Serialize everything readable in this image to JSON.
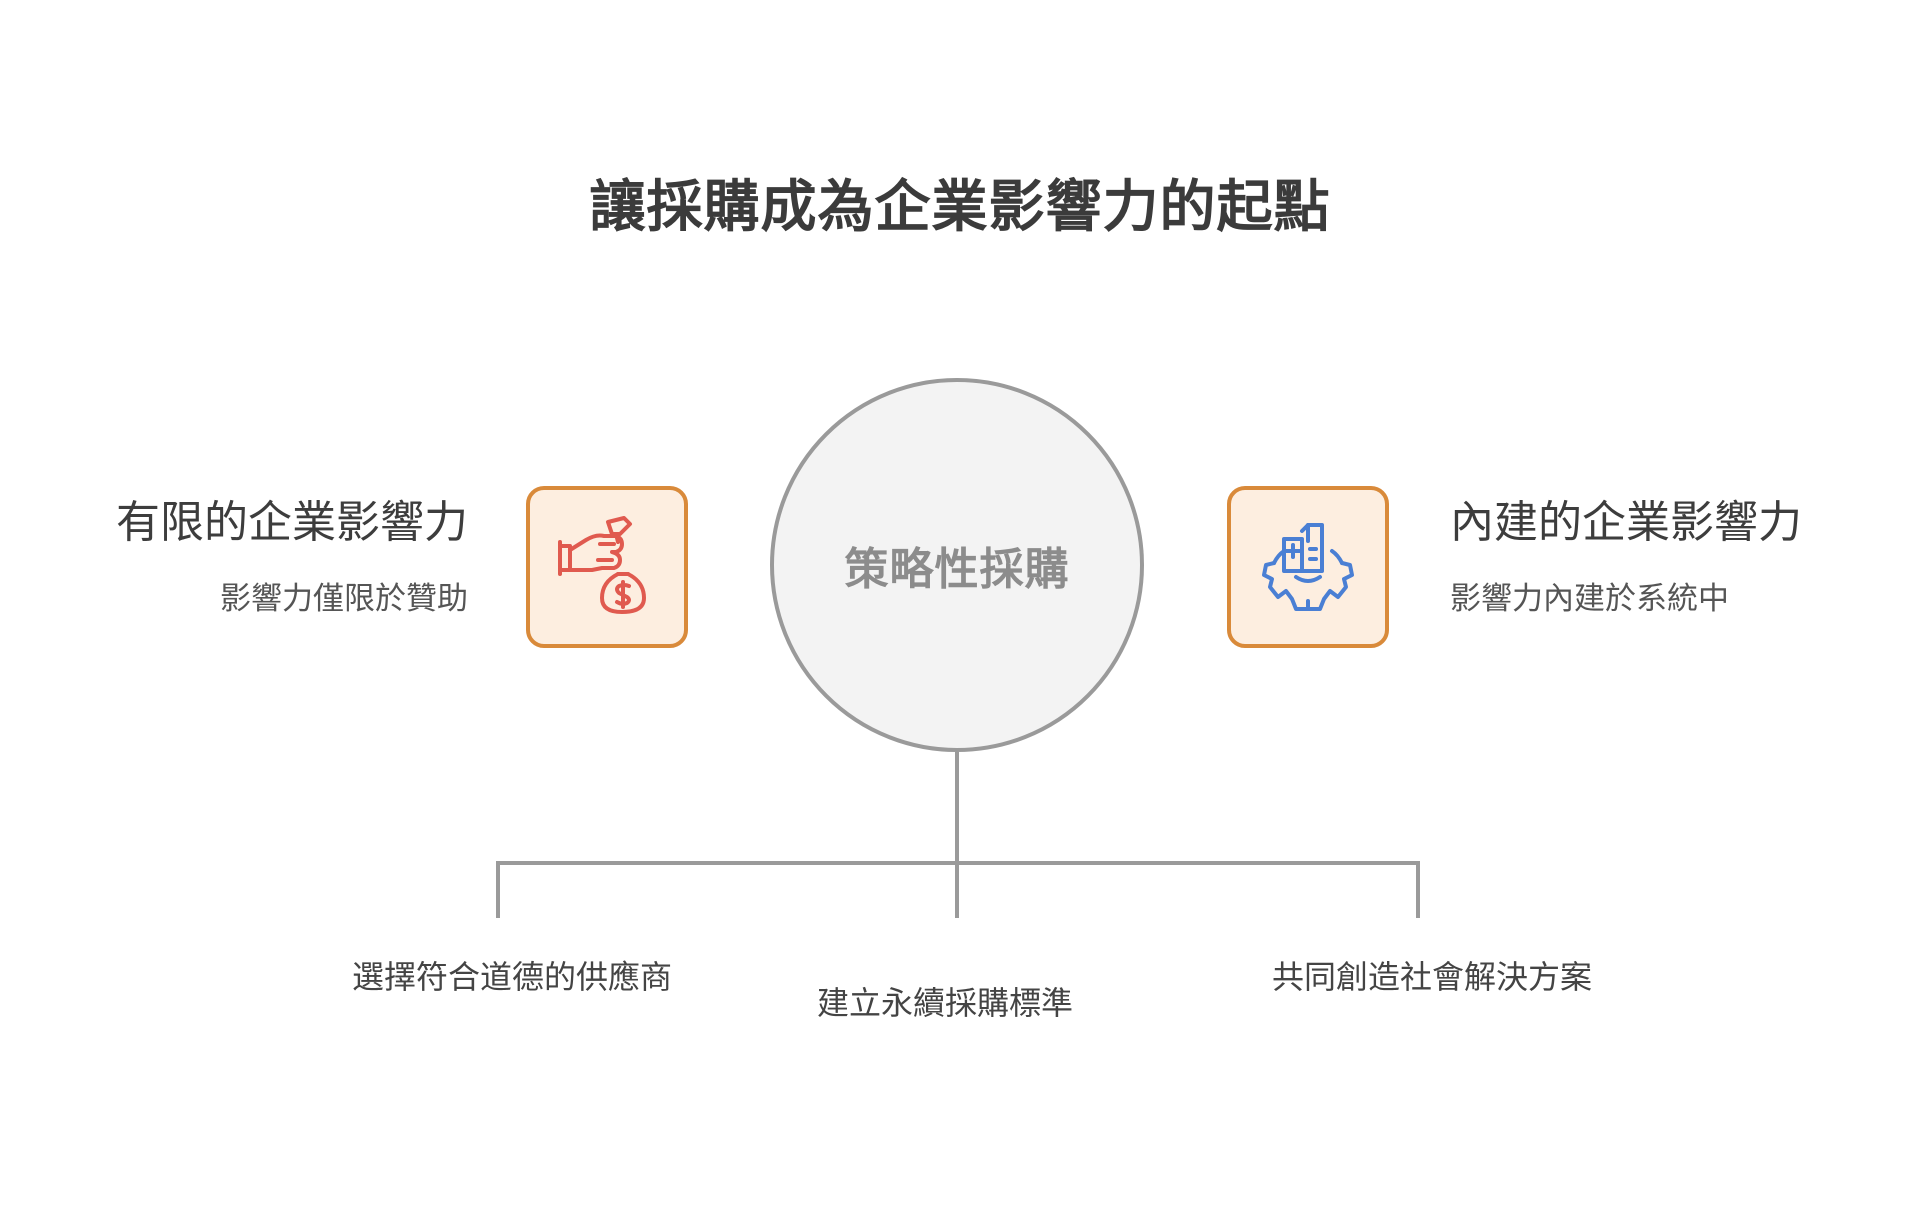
{
  "title": "讓採購成為企業影響力的起點",
  "hub": {
    "label": "策略性採購"
  },
  "left": {
    "title": "有限的企業影響力",
    "subtitle": "影響力僅限於贊助",
    "icon": "money-bag-hand-icon"
  },
  "right": {
    "title": "內建的企業影響力",
    "subtitle": "影響力內建於系統中",
    "icon": "building-gear-icon"
  },
  "branches": [
    {
      "label": "選擇符合道德的供應商"
    },
    {
      "label": "建立永續採購標準"
    },
    {
      "label": "共同創造社會解決方案"
    }
  ],
  "colors": {
    "accent_border": "#d98a3a",
    "accent_fill": "#fdeee0",
    "left_icon": "#e05a4f",
    "right_icon": "#4a7fd4",
    "connector": "#9a9a9a"
  }
}
